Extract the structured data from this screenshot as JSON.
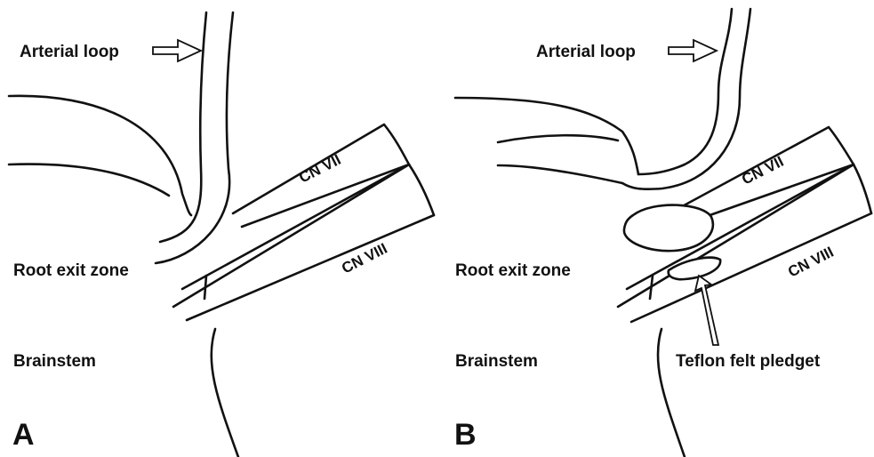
{
  "panels": [
    {
      "letter": "A",
      "labels": {
        "arterial_loop": "Arterial loop",
        "cn7": "CN VII",
        "cn8": "CN VIII",
        "root_exit_zone": "Root exit zone",
        "brainstem": "Brainstem"
      }
    },
    {
      "letter": "B",
      "labels": {
        "arterial_loop": "Arterial loop",
        "cn7": "CN VII",
        "cn8": "CN VIII",
        "root_exit_zone": "Root exit zone",
        "brainstem": "Brainstem",
        "pledget": "Teflon felt pledget"
      }
    }
  ]
}
